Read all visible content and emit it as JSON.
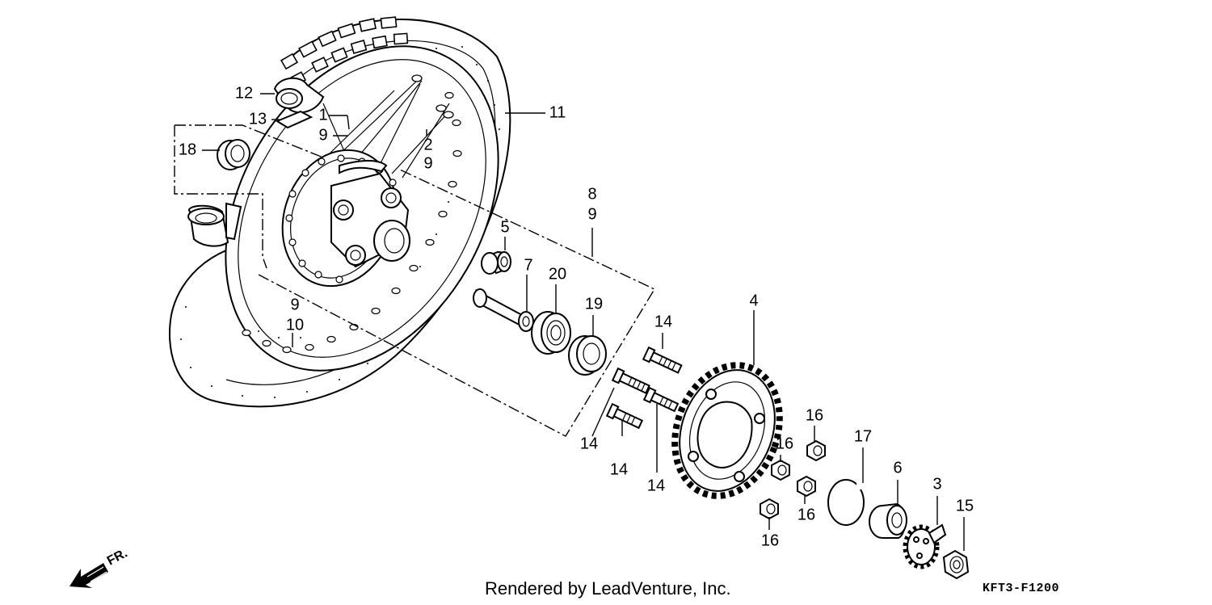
{
  "diagram": {
    "callouts": [
      {
        "id": "c12",
        "label": "12"
      },
      {
        "id": "c13",
        "label": "13"
      },
      {
        "id": "c1",
        "label": "1"
      },
      {
        "id": "c9a",
        "label": "9"
      },
      {
        "id": "c11",
        "label": "11"
      },
      {
        "id": "c18",
        "label": "18"
      },
      {
        "id": "c2",
        "label": "2"
      },
      {
        "id": "c9b",
        "label": "9"
      },
      {
        "id": "c8",
        "label": "8"
      },
      {
        "id": "c9c",
        "label": "9"
      },
      {
        "id": "c5",
        "label": "5"
      },
      {
        "id": "c7",
        "label": "7"
      },
      {
        "id": "c20",
        "label": "20"
      },
      {
        "id": "c19",
        "label": "19"
      },
      {
        "id": "c9d",
        "label": "9"
      },
      {
        "id": "c10",
        "label": "10"
      },
      {
        "id": "c4",
        "label": "4"
      },
      {
        "id": "c14a",
        "label": "14"
      },
      {
        "id": "c14b",
        "label": "14"
      },
      {
        "id": "c14c",
        "label": "14"
      },
      {
        "id": "c14d",
        "label": "14"
      },
      {
        "id": "c16a",
        "label": "16"
      },
      {
        "id": "c16b",
        "label": "16"
      },
      {
        "id": "c16c",
        "label": "16"
      },
      {
        "id": "c16d",
        "label": "16"
      },
      {
        "id": "c17",
        "label": "17"
      },
      {
        "id": "c6",
        "label": "6"
      },
      {
        "id": "c3",
        "label": "3"
      },
      {
        "id": "c15",
        "label": "15"
      }
    ],
    "direction_label": "FR.",
    "credit": "Rendered by LeadVenture, Inc.",
    "diagram_code": "KFT3-F1200"
  }
}
